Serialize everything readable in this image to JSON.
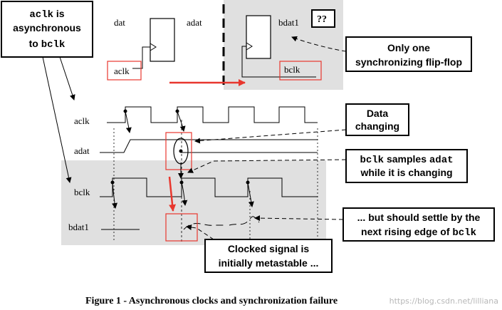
{
  "figure": {
    "caption": "Figure 1 - Asynchronous clocks and synchronization failure",
    "watermark": "https://blog.csdn.net/lilliana"
  },
  "schematic": {
    "dat_label": "dat",
    "adat_label": "adat",
    "bdat1_label": "bdat1",
    "aclk_label": "aclk",
    "bclk_label": "bclk",
    "unknown_badge": "??"
  },
  "callouts": {
    "aclk_async": {
      "line1_code": "aclk",
      "line1_rest": " is",
      "line2": "asynchronous",
      "line3_pre": "to ",
      "line3_code": "bclk"
    },
    "one_ff": {
      "line1": "Only one",
      "line2": "synchronizing flip-flop"
    },
    "data_changing": {
      "line1": "Data",
      "line2": "changing"
    },
    "bclk_samples": {
      "line1_code": "bclk",
      "line1_mid": " samples ",
      "line1_code2": "adat",
      "line2": "while it is changing"
    },
    "settle": {
      "line1": "... but should settle by the",
      "line2_pre": "next rising edge of ",
      "line2_code": "bclk"
    },
    "metastable": {
      "line1": "Clocked signal is",
      "line2": "initially metastable ..."
    }
  },
  "waveforms": {
    "aclk": "aclk",
    "adat": "adat",
    "bclk": "bclk",
    "bdat1": "bdat1"
  },
  "colors": {
    "highlight_red": "#e8372e",
    "shade_gray": "#e0e0e0",
    "line": "#000000",
    "watermark": "#b8b8b8"
  }
}
